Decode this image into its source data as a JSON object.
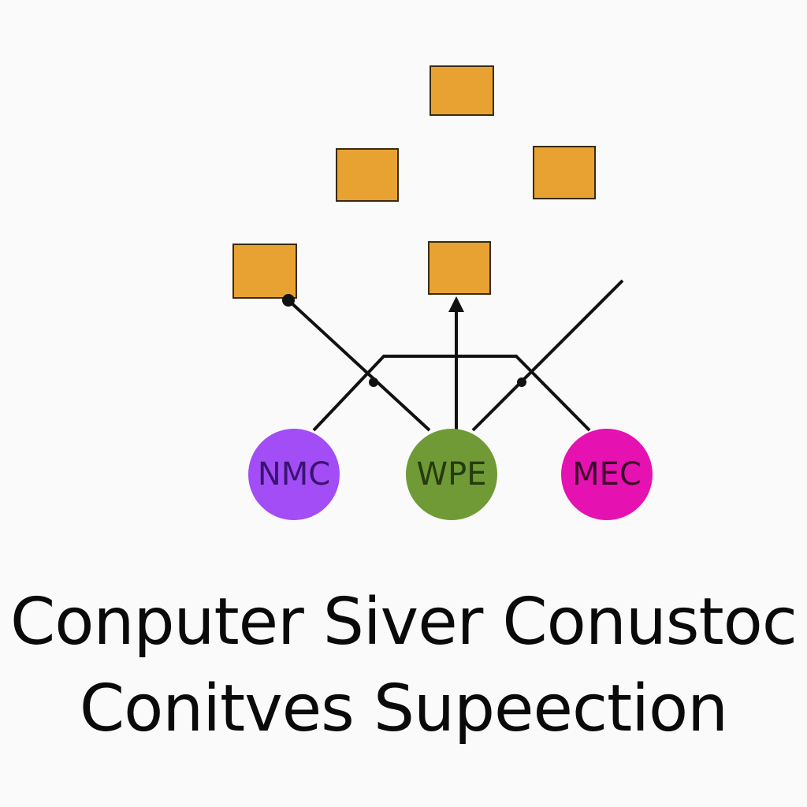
{
  "diagram": {
    "circles": [
      {
        "label": "NMC",
        "color": "#a24df5",
        "text_color": "#3a1470"
      },
      {
        "label": "WPE",
        "color": "#6f9a35",
        "text_color": "#263a10"
      },
      {
        "label": "MEC",
        "color": "#e511b0",
        "text_color": "#3a0a2a"
      }
    ],
    "box_color": "#e8a232"
  },
  "caption": {
    "line1": "Conputer Siver Conustoc",
    "line2": "Conitves Supeection"
  }
}
